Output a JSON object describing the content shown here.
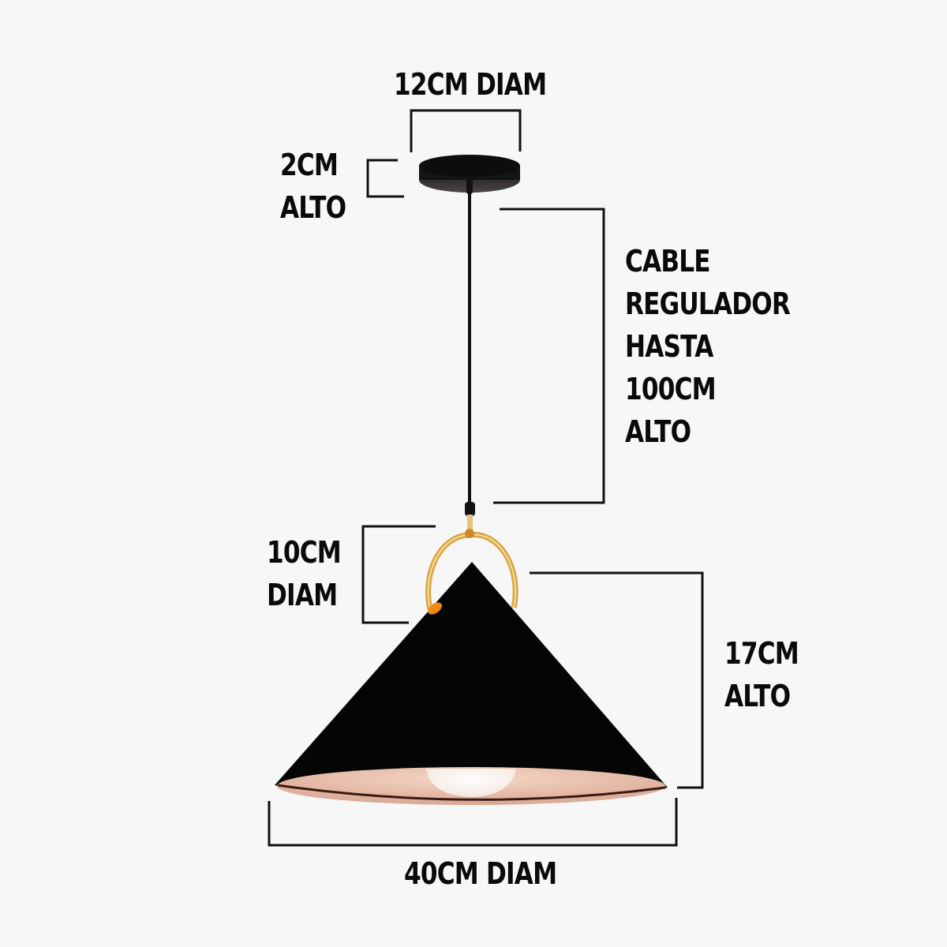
{
  "labels": {
    "canopy_diameter": "12CM DIAM",
    "canopy_height": [
      "2CM",
      "ALTO"
    ],
    "cable": [
      "CABLE",
      "REGULADOR",
      "HASTA",
      "100CM",
      "ALTO"
    ],
    "ring_diameter": [
      "10CM",
      "DIAM"
    ],
    "shade_height": [
      "17CM",
      "ALTO"
    ],
    "shade_diameter": "40CM DIAM"
  },
  "colors": {
    "background": "#f7f7f7",
    "lines": "#111111",
    "shade_outer": "#050505",
    "shade_inner": "#e8c2b0",
    "ring_gold": "#d9a443",
    "bulb": "#ffffff"
  }
}
